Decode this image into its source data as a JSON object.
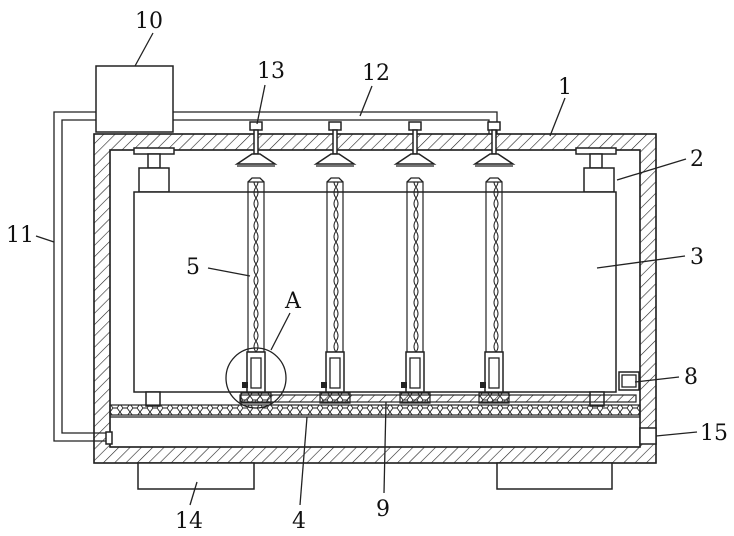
{
  "labels": {
    "l1": "1",
    "l2": "2",
    "l3": "3",
    "l4": "4",
    "l5": "5",
    "l8": "8",
    "l9": "9",
    "l10": "10",
    "l11": "11",
    "l12": "12",
    "l13": "13",
    "l14": "14",
    "l15": "15",
    "lA": "A"
  },
  "counts": {
    "sprayers": 4,
    "columns": 4
  },
  "colors": {
    "line": "#222222",
    "background": "#ffffff"
  }
}
